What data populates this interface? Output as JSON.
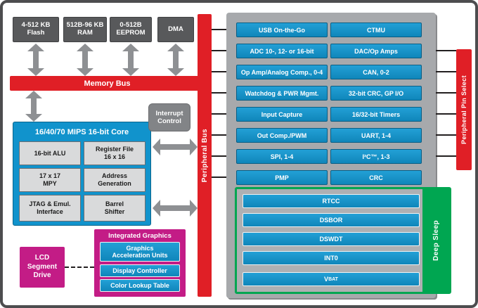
{
  "colors": {
    "red": "#e01f26",
    "blue": "#1193cc",
    "green": "#00a651",
    "magenta": "#c31c86",
    "dark_gray": "#58595b",
    "panel_gray": "#a7a9ac"
  },
  "memory": {
    "bus_label": "Memory Bus",
    "blocks": [
      "4-512 KB\nFlash",
      "512B-96 KB\nRAM",
      "0-512B\nEEPROM",
      "DMA"
    ]
  },
  "interrupt_label": "Interrupt\nControl",
  "core": {
    "title": "16/40/70 MIPS 16-bit Core",
    "units": [
      "16-bit ALU",
      "Register File\n16 x 16",
      "17 x 17\nMPY",
      "Address\nGeneration",
      "JTAG & Emul.\nInterface",
      "Barrel\nShifter"
    ]
  },
  "peripheral_bus_label": "Peripheral Bus",
  "peripheral_pin_select_label": "Peripheral Pin Select",
  "peripherals": {
    "left": [
      "USB On-the-Go",
      "ADC 10-, 12- or 16-bit",
      "Op Amp/Analog Comp., 0-4",
      "Watchdog & PWR Mgmt.",
      "Input Capture",
      "Out Comp./PWM",
      "SPI, 1-4",
      "PMP"
    ],
    "right": [
      "CTMU",
      "DAC/Op Amps",
      "CAN, 0-2",
      "32-bit CRC, GP I/O",
      "16/32-bit Timers",
      "UART, 1-4",
      "I²C™, 1-3",
      "CRC"
    ]
  },
  "deep_sleep": {
    "label": "Deep Sleep",
    "items": [
      "RTCC",
      "DSBOR",
      "DSWDT",
      "INT0"
    ],
    "vbat": {
      "main": "V",
      "sub": "BAT"
    }
  },
  "lcd_label": "LCD\nSegment\nDrive",
  "graphics": {
    "title": "Integrated Graphics",
    "items": [
      "Graphics\nAcceleration Units",
      "Display Controller",
      "Color Lookup Table"
    ]
  }
}
